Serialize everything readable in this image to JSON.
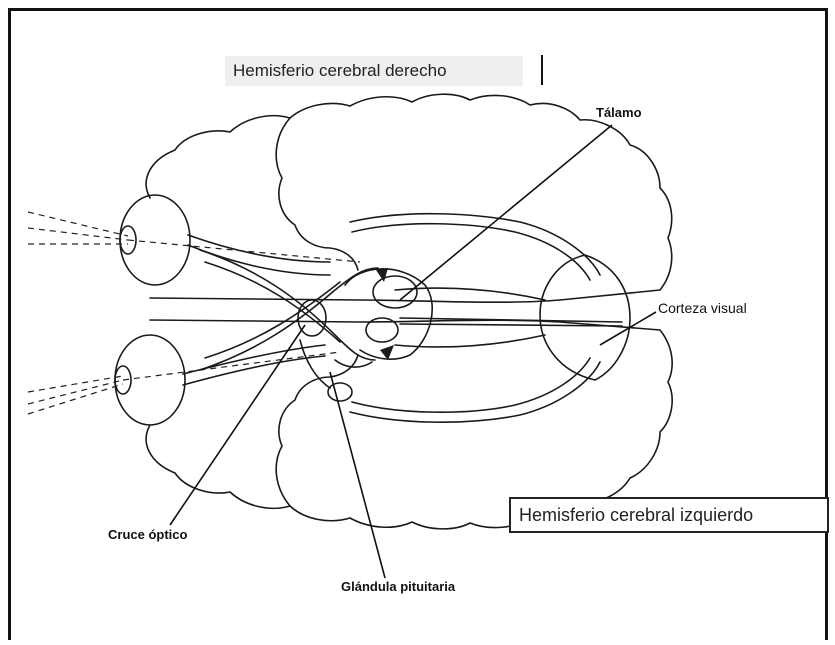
{
  "titles": {
    "right_hemisphere": "Hemisferio cerebral derecho",
    "left_hemisphere": "Hemisferio cerebral izquierdo"
  },
  "labels": {
    "thalamus": "Tálamo",
    "visual_cortex": "Corteza visual",
    "optic_chiasm": "Cruce óptico",
    "pituitary_gland": "Glándula pituitaria"
  }
}
